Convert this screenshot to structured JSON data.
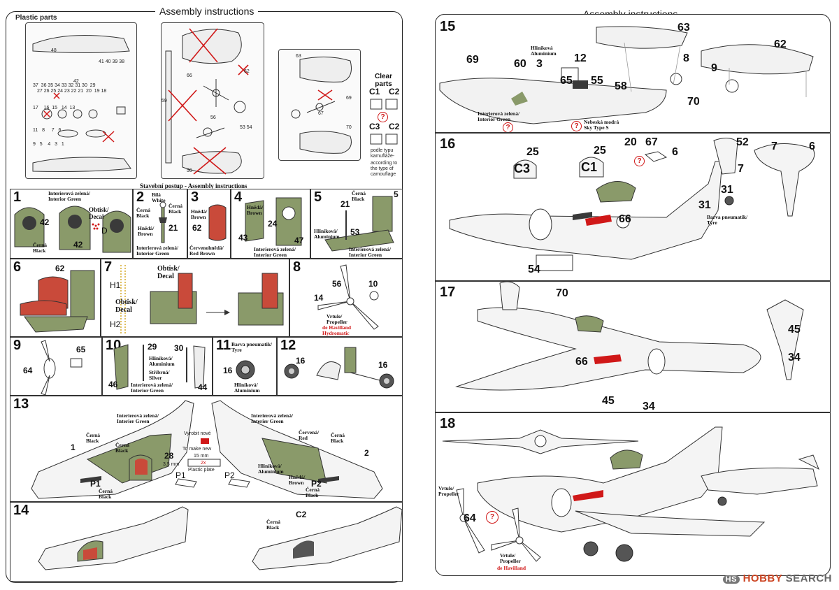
{
  "left_page": {
    "title": "Assembly instructions",
    "plastic_parts": "Plastic parts",
    "clear_parts": {
      "heading": "Clear\nparts",
      "c1": "C1",
      "c2": "C2",
      "c3": "C3",
      "note_cz": "podle typu\nkamufláže-",
      "note_en": "according to\nthe type of\ncamouflage"
    },
    "stavebni_postup": "Stavební postup - Assembly instructions",
    "steps": {
      "s1": {
        "num": "1",
        "interior": "Interierová zelená/\nInterior Green",
        "decal": "Obtisk/\nDecal",
        "black": "Černá\nBlack",
        "p42a": "42",
        "p42b": "42",
        "d": "D"
      },
      "s2": {
        "num": "2",
        "white": "Bílá\nWhite",
        "black1": "Černá\nBlack",
        "black2": "Černá\nBlack",
        "brown": "Hnědá/\nBrown",
        "p21": "21",
        "interior": "Interierová zelená/\nInterior Green"
      },
      "s3": {
        "num": "3",
        "brown": "Hnědá/\nBrown",
        "p62": "62",
        "redbrown": "Červenohnědá/\nRed Brown"
      },
      "s4": {
        "num": "4",
        "brown": "Hnědá/\nBrown",
        "p43": "43",
        "p24": "24",
        "p47": "47",
        "interior": "Interierová zelená/\nInterior Green"
      },
      "s5": {
        "num": "5",
        "black": "Černá\nBlack",
        "p5": "5",
        "p21": "21",
        "p53": "53",
        "alu": "Hliníková/\nAluminium",
        "interior": "Interierová zelená/\nInterior Green"
      },
      "s6": {
        "num": "6",
        "p62": "62"
      },
      "s7": {
        "num": "7",
        "h1": "H1",
        "h2": "H2",
        "decal1": "Obtisk/\nDecal",
        "decal2": "Obtisk/\nDecal"
      },
      "s8": {
        "num": "8",
        "p56": "56",
        "p10": "10",
        "p14": "14",
        "prop": "Vrtule/\nPropeller",
        "dh": "de Havilland\nHydromatic"
      },
      "s9": {
        "num": "9",
        "p65": "65",
        "p64": "64"
      },
      "s10": {
        "num": "10",
        "p29": "29",
        "p30": "30",
        "alu": "Hliníková/\nAluminium",
        "silver": "Stříbrná/\nSilver",
        "p46": "46",
        "p44": "44",
        "interior": "Interierová zelená/\nInterior Green"
      },
      "s11": {
        "num": "11",
        "tyre": "Barva pneumatik/\nTyre",
        "p16": "16",
        "alu": "Hliníková/\nAluminium"
      },
      "s12": {
        "num": "12",
        "p16a": "16",
        "p16b": "16"
      },
      "s13": {
        "num": "13",
        "interior1": "Interierová zelená/\nInterier Green",
        "interior2": "Interierová zelená/\nInterier Green",
        "black1": "Černá\nBlack",
        "black2": "Černá\nBlack",
        "black3": "Černá\nBlack",
        "black4": "Černá\nBlack",
        "black5": "Černá\nBlack",
        "red": "Červená/\nRed",
        "brown": "Hnědá/\nBrown",
        "alu": "Hliníková/\nAluminium",
        "p1": "1",
        "p2": "2",
        "p28": "28",
        "P1a": "P1",
        "P2a": "P2",
        "P1b": "P1",
        "P2b": "P2",
        "make_cz": "Vyrobit nové",
        "make_en": "To make new",
        "mm15": "15 mm",
        "mm35": "3,5 mm",
        "x2": "2x",
        "plate": "Plastic plate"
      },
      "s14": {
        "num": "14",
        "black": "Černá\nBlack",
        "c2": "C2"
      }
    }
  },
  "right_page": {
    "title": "Assembly instructions",
    "steps": {
      "s15": {
        "num": "15",
        "p63": "63",
        "p62": "62",
        "p69": "69",
        "p60": "60",
        "p3": "3",
        "p12": "12",
        "p8": "8",
        "p9": "9",
        "p65": "65",
        "p55": "55",
        "p58": "58",
        "p70": "70",
        "alu": "Hliníková\nAluminium",
        "interior": "Interierová zelená/\nInterior Green",
        "skyblue": "Nebeská modrá\nSky Type S"
      },
      "s16": {
        "num": "16",
        "p25a": "25",
        "p25b": "25",
        "p20": "20",
        "p67": "67",
        "p6a": "6",
        "p52": "52",
        "p7a": "7",
        "p7b": "7",
        "p6b": "6",
        "p31a": "31",
        "p31b": "31",
        "p66": "66",
        "p54": "54",
        "c3": "C3",
        "c1": "C1",
        "tyre": "Barva pneumatik/\nTyre"
      },
      "s17": {
        "num": "17",
        "p70": "70",
        "p66": "66",
        "p45a": "45",
        "p45b": "45",
        "p34a": "34",
        "p34b": "34"
      },
      "s18": {
        "num": "18",
        "p64": "64",
        "prop1": "Vrtule/\nPropeller",
        "prop2": "Vrtule/\nPropeller",
        "dh": "de Havilland"
      }
    }
  },
  "footer": {
    "logo": "HOBBY",
    "search": "SEARCH",
    "mark": "HS"
  },
  "colors": {
    "interior_green": "#8a9a6a",
    "red": "#d01818",
    "seat_red": "#c94a3a",
    "dark": "#3a3a3a"
  }
}
